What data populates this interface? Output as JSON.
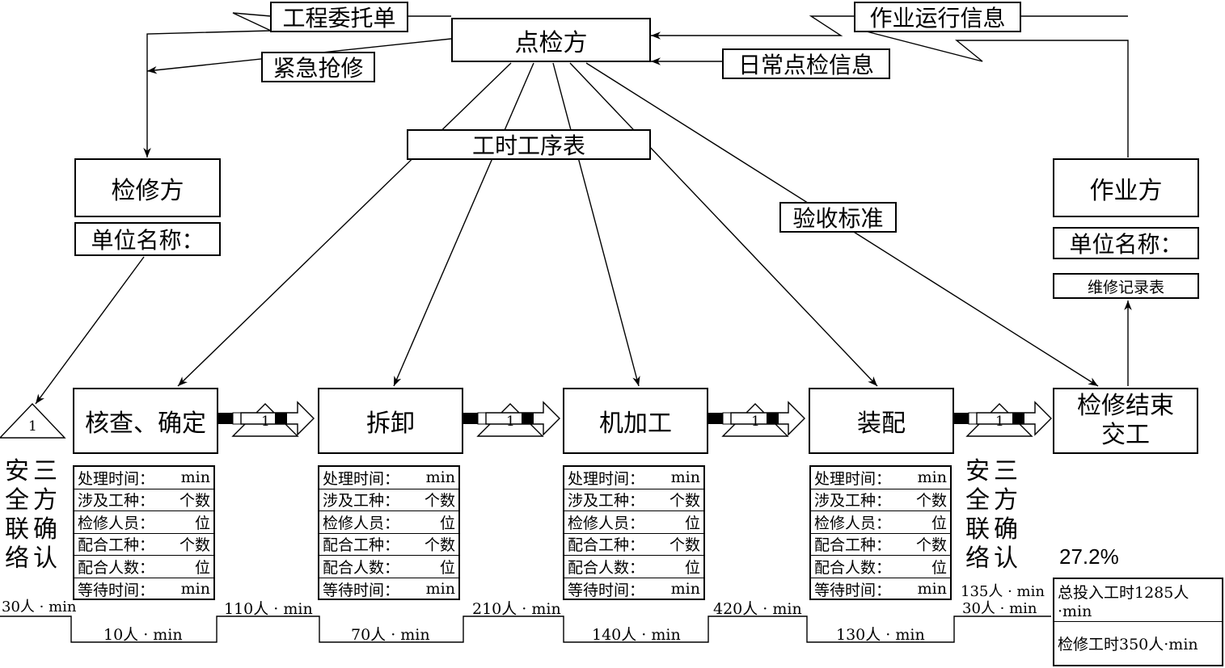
{
  "top": {
    "inspector": "点检方",
    "work_order": "工程委托单",
    "emergency": "紧急抢修",
    "operation_info": "作业运行信息",
    "daily_info": "日常点检信息",
    "schedule": "工时工序表",
    "acceptance": "验收标准"
  },
  "repair_party": {
    "title": "检修方",
    "unit": "单位名称："
  },
  "operator_party": {
    "title": "作业方",
    "unit": "单位名称：",
    "record": "维修记录表"
  },
  "steps": [
    {
      "title": "核查、确定"
    },
    {
      "title": "拆卸"
    },
    {
      "title": "机加工"
    },
    {
      "title": "装配"
    }
  ],
  "end_step": {
    "line1": "检修结束",
    "line2": "交工"
  },
  "stat_rows": [
    {
      "label": "处理时间：",
      "unit": "min"
    },
    {
      "label": "涉及工种：",
      "unit": "个数"
    },
    {
      "label": "检修人员：",
      "unit": "位"
    },
    {
      "label": "配合工种：",
      "unit": "个数"
    },
    {
      "label": "配合人数：",
      "unit": "位"
    },
    {
      "label": "等待时间：",
      "unit": "min"
    }
  ],
  "inventory_num": "1",
  "three_party": {
    "col1": [
      "安",
      "全",
      "联",
      "络"
    ],
    "col2": [
      "三",
      "方",
      "确",
      "认"
    ]
  },
  "timeline": {
    "left_start": "30人 · min",
    "waits": [
      "110人 · min",
      "210人 · min",
      "420人 · min"
    ],
    "end_top": "135人 · min",
    "end_bottom": "30人 · min",
    "processes": [
      "10人 · min",
      "70人 · min",
      "140人 · min",
      "130人 · min"
    ]
  },
  "summary": {
    "ratio": "27.2%",
    "total": "总投入工时1285人·min",
    "repair": "检修工时350人·min"
  }
}
